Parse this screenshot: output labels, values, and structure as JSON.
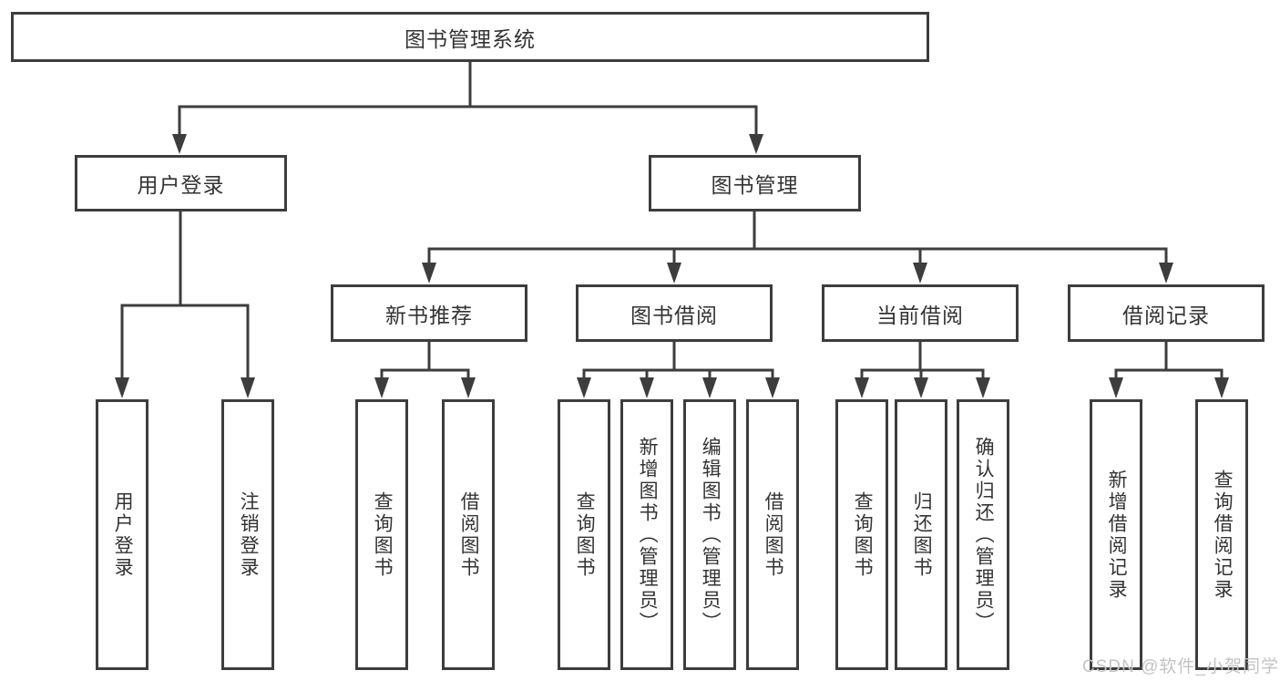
{
  "diagram": {
    "title": "图书管理系统",
    "root": {
      "label": "图书管理系统"
    },
    "level2": [
      {
        "label": "用户登录"
      },
      {
        "label": "图书管理"
      }
    ],
    "level3": [
      {
        "label": "新书推荐",
        "parent": "图书管理"
      },
      {
        "label": "图书借阅",
        "parent": "图书管理"
      },
      {
        "label": "当前借阅",
        "parent": "图书管理"
      },
      {
        "label": "借阅记录",
        "parent": "图书管理"
      }
    ],
    "leaves": [
      {
        "label": "用户登录",
        "parent": "用户登录"
      },
      {
        "label": "注销登录",
        "parent": "用户登录"
      },
      {
        "label": "查询图书",
        "parent": "新书推荐"
      },
      {
        "label": "借阅图书",
        "parent": "新书推荐"
      },
      {
        "label": "查询图书",
        "parent": "图书借阅"
      },
      {
        "label": "新增图书（管理员）",
        "parent": "图书借阅"
      },
      {
        "label": "编辑图书（管理员）",
        "parent": "图书借阅"
      },
      {
        "label": "借阅图书",
        "parent": "图书借阅"
      },
      {
        "label": "查询图书",
        "parent": "当前借阅"
      },
      {
        "label": "归还图书",
        "parent": "当前借阅"
      },
      {
        "label": "确认归还（管理员）",
        "parent": "当前借阅"
      },
      {
        "label": "新增借阅记录",
        "parent": "借阅记录"
      },
      {
        "label": "查询借阅记录",
        "parent": "借阅记录"
      }
    ],
    "watermark": "CSDN @软件_小贺同学",
    "colors": {
      "line": "#3d3d3d",
      "box_border": "#3d3d3d",
      "text": "#333333",
      "watermark": "#c3c3c3",
      "background": "#ffffff"
    }
  }
}
